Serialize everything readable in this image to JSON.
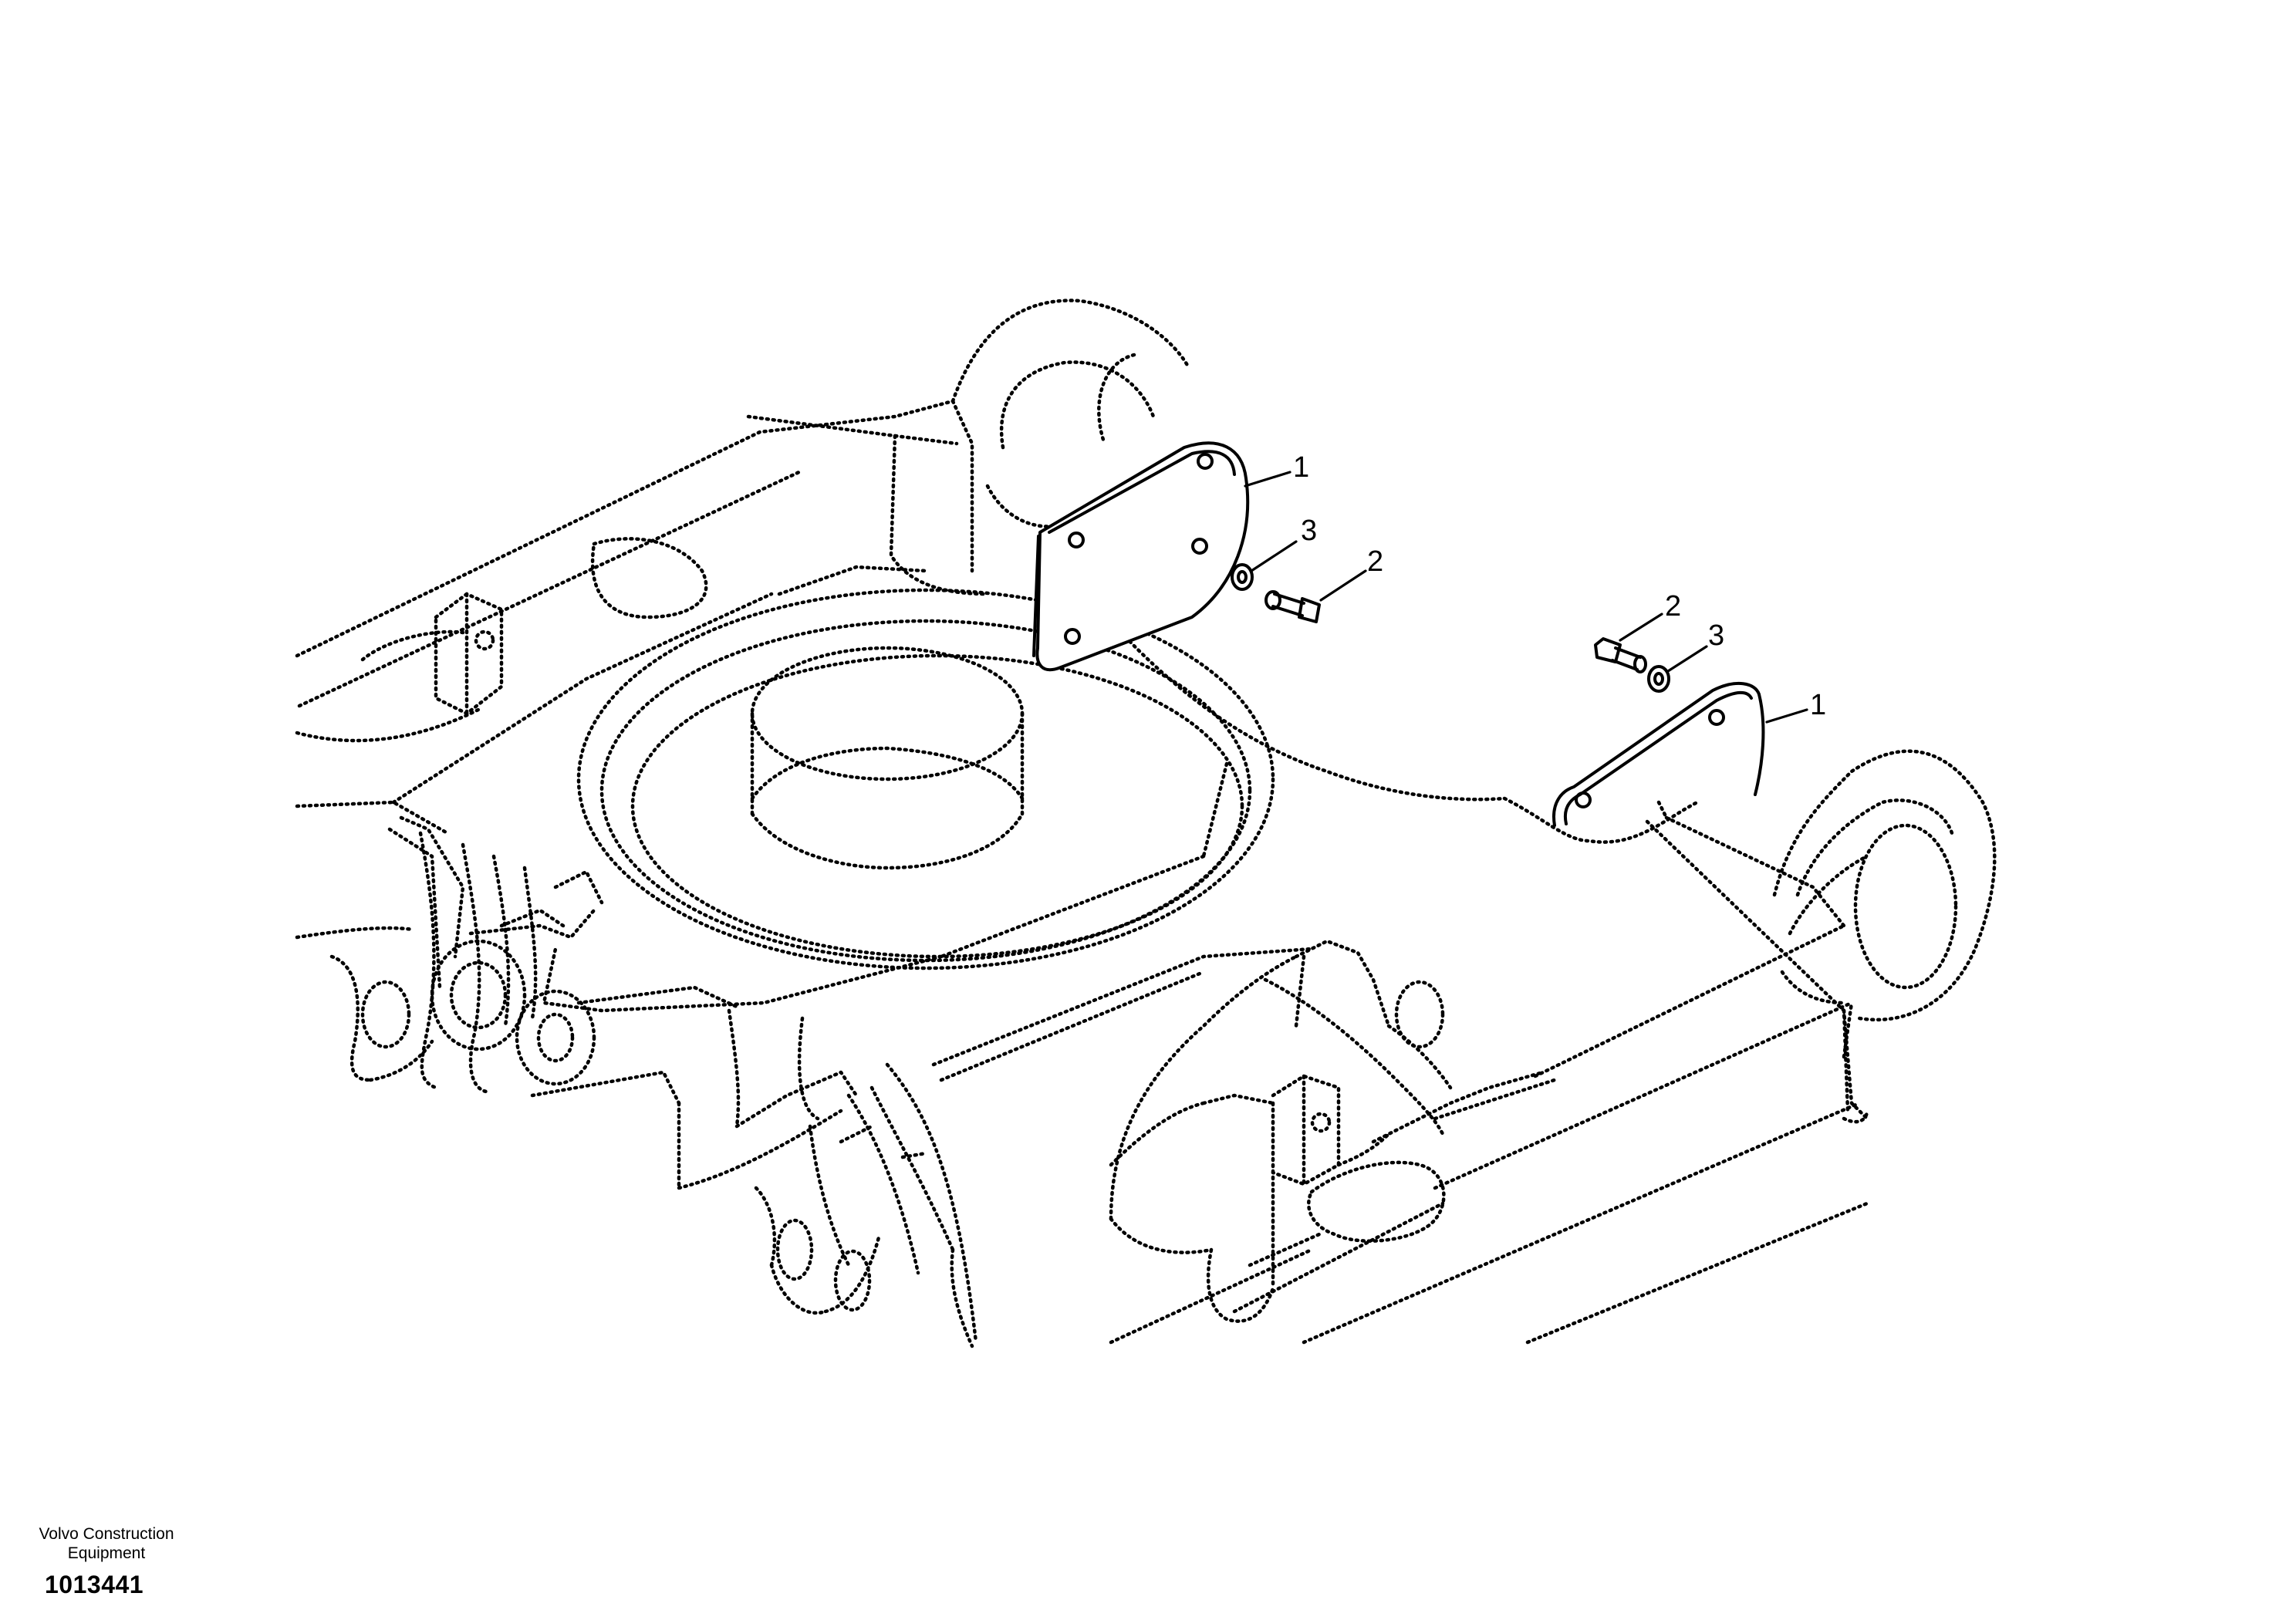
{
  "callouts": {
    "left_cover_plate": "1",
    "left_bolt": "2",
    "left_washer": "3",
    "right_bolt": "2",
    "right_washer": "3",
    "right_cover_plate": "1"
  },
  "footer": {
    "manufacturer": "Volvo Construction Equipment",
    "drawing_number": "1013441"
  }
}
